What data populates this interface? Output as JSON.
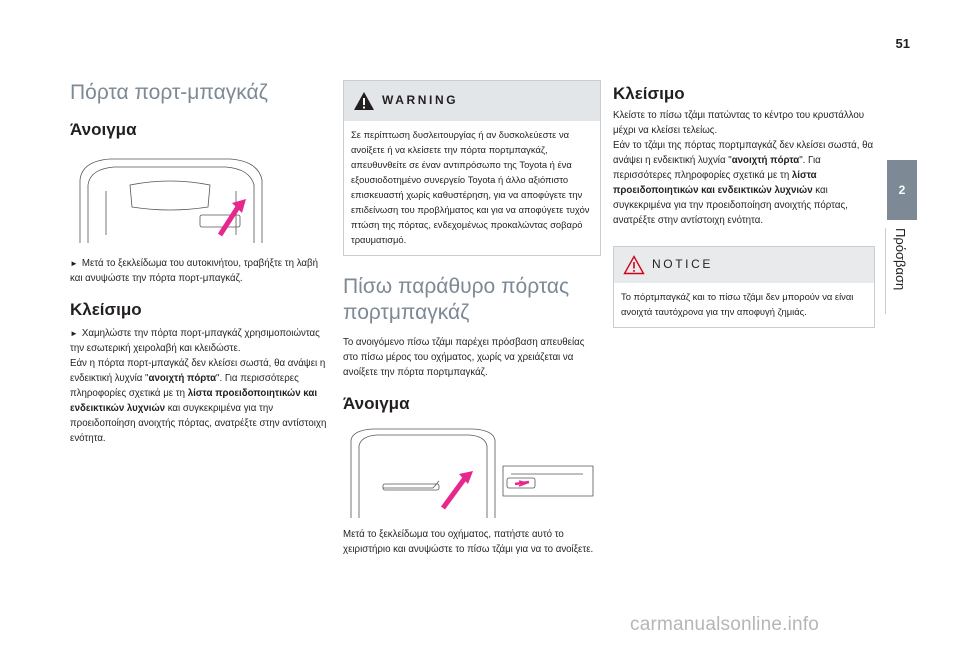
{
  "page_number": "51",
  "side_tab": {
    "number": "2",
    "label": "Πρόσβαση"
  },
  "col1": {
    "title": "Πόρτα πορτ-μπαγκάζ",
    "open_heading": "Άνοιγμα",
    "open_text_prefix": "►",
    "open_text": "Μετά το ξεκλείδωμα του αυτοκινήτου, τραβήξτε τη λαβή και ανυψώστε την πόρτα πορτ-μπαγκάζ.",
    "close_heading": "Κλείσιμο",
    "close_text_prefix": "►",
    "close_text_1": "Χαμηλώστε την πόρτα πορτ-μπαγκάζ χρησιμοποιώντας την εσωτερική χειρολαβή και κλειδώστε.",
    "close_text_2a": "Εάν η πόρτα πορτ-μπαγκάζ δεν κλείσει σωστά, θα ανάψει η ενδεικτική λυχνία \"",
    "close_text_2b": "ανοιχτή πόρτα",
    "close_text_2c": "\". Για περισσότερες πληροφορίες σχετικά με τη ",
    "close_text_2d": "λίστα προειδοποιητικών και ενδεικτικών λυχνιών",
    "close_text_2e": " και συγκεκριμένα για την προειδοποίηση ανοιχτής πόρτας, ανατρέξτε στην αντίστοιχη ενότητα."
  },
  "col2": {
    "warning_title": "WARNING",
    "warning_text": "Σε περίπτωση δυσλειτουργίας ή αν δυσκολεύεστε να ανοίξετε ή να κλείσετε την πόρτα πορτμπαγκάζ, απευθυνθείτε σε έναν αντιπρόσωπο της Toyota ή ένα εξουσιοδοτημένο συνεργείο Toyota ή άλλο αξιόπιστο επισκευαστή χωρίς καθυστέρηση, για να αποφύγετε την επιδείνωση του προβλήματος και για να αποφύγετε τυχόν πτώση της πόρτας, ενδεχομένως προκαλώντας σοβαρό τραυματισμό.",
    "title": "Πίσω παράθυρο πόρτας πορτμπαγκάζ",
    "intro_text": "Το ανοιγόμενο πίσω τζάμι παρέχει πρόσβαση απευθείας στο πίσω μέρος του οχήματος, χωρίς να χρειάζεται να ανοίξετε την πόρτα πορτμπαγκάζ.",
    "open_heading": "Άνοιγμα",
    "open_text": "Μετά το ξεκλείδωμα του οχήματος, πατήστε αυτό το χειριστήριο και ανυψώστε το πίσω τζάμι για να το ανοίξετε."
  },
  "col3": {
    "close_heading": "Κλείσιμο",
    "close_text_a": "Κλείστε το πίσω τζάμι πατώντας το κέντρο του κρυστάλλου μέχρι να κλείσει τελείως.",
    "close_text_b": "Εάν το τζάμι της πόρτας πορτμπαγκάζ δεν κλείσει σωστά, θα ανάψει η ενδεικτική λυχνία \"",
    "close_text_c": "ανοιχτή πόρτα",
    "close_text_d": "\". Για περισσότερες πληροφορίες σχετικά με τη ",
    "close_text_e": "λίστα προειδοποιητικών και ενδεικτικών λυχνιών",
    "close_text_f": " και συγκεκριμένα για την προειδοποίηση ανοιχτής πόρτας, ανατρέξτε στην αντίστοιχη ενότητα.",
    "notice_title": "NOTICE",
    "notice_text": "Το πόρτμπαγκάζ και το πίσω τζάμι δεν μπορούν να είναι ανοιχτά ταυτόχρονα για την αποφυγή ζημιάς."
  },
  "watermark": "carmanualsonline.info",
  "colors": {
    "accent_pink": "#e8278c",
    "heading_grey": "#7d8a95",
    "tab_grey": "#7d8a95",
    "warning_red": "#d0021b"
  }
}
